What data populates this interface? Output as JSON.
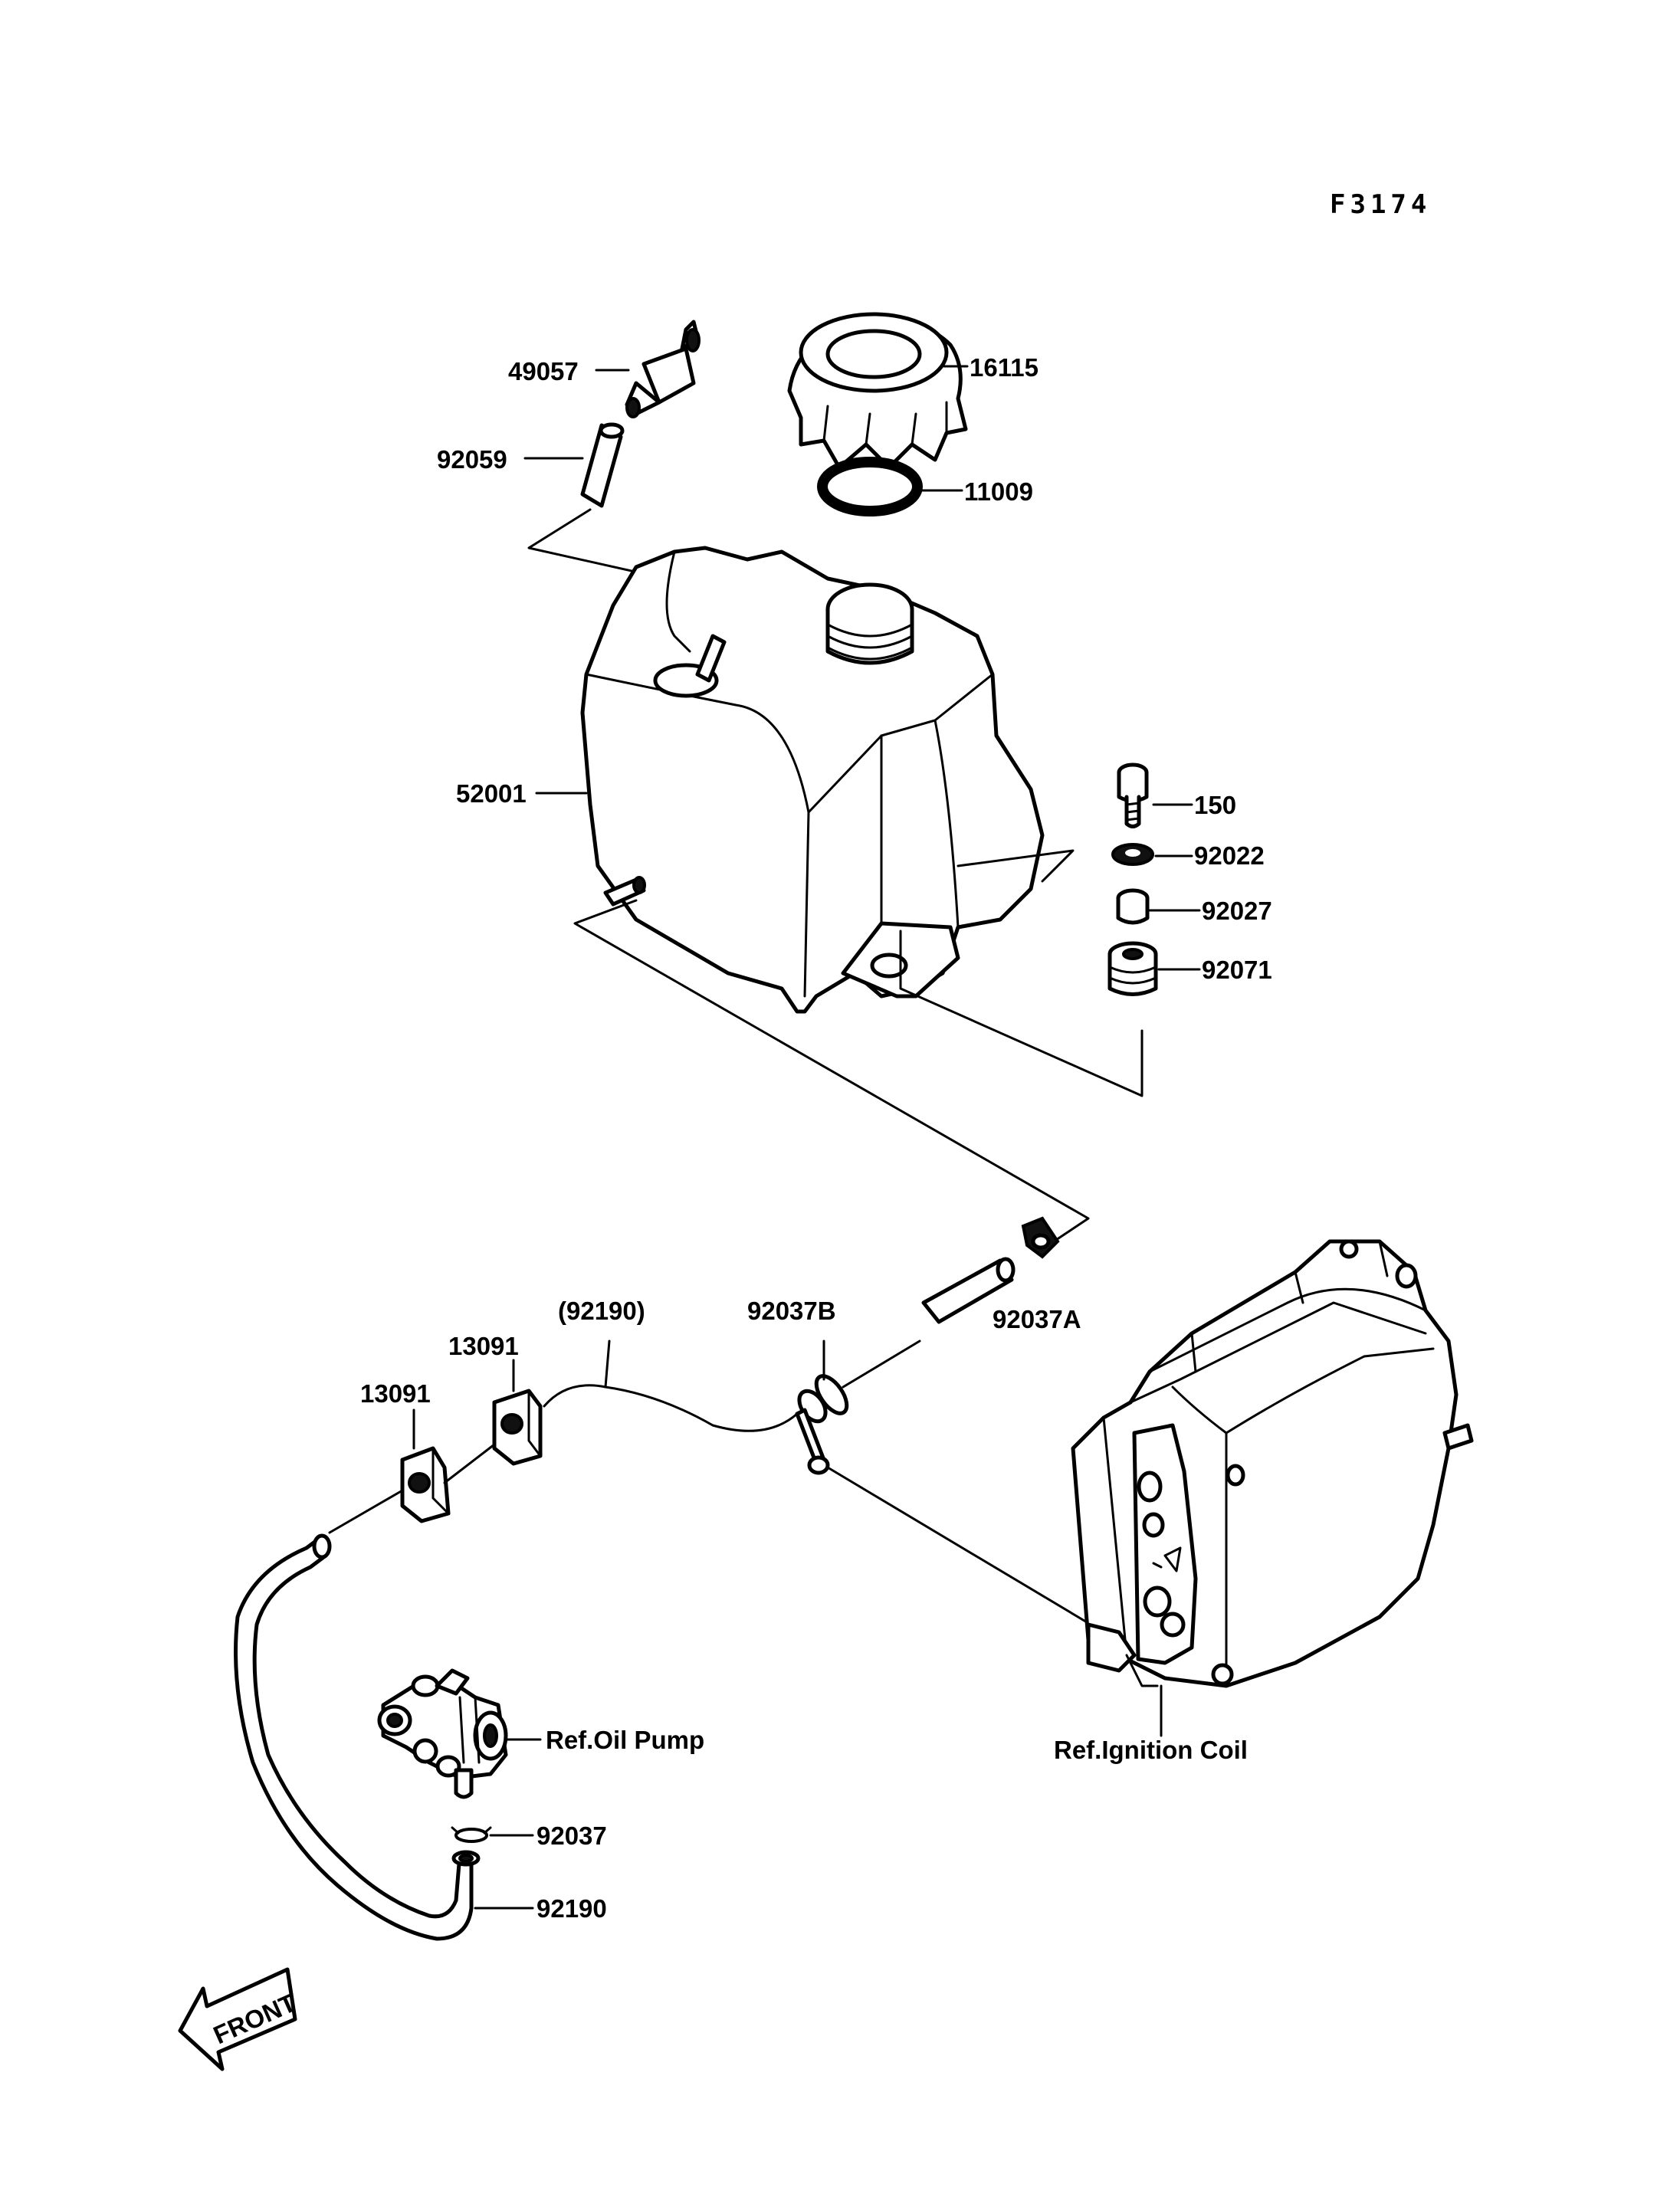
{
  "diagram": {
    "code": "F3174",
    "labels": {
      "p49057": "49057",
      "p16115": "16115",
      "p92059": "92059",
      "p11009": "11009",
      "p52001": "52001",
      "p150": "150",
      "p92022": "92022",
      "p92027": "92027",
      "p92071": "92071",
      "p92037A": "92037A",
      "p92037B": "92037B",
      "p92190_ref": "(92190)",
      "p13091_a": "13091",
      "p13091_b": "13091",
      "ref_oil_pump": "Ref.Oil Pump",
      "ref_ignition_coil": "Ref.Ignition Coil",
      "p92037": "92037",
      "p92190": "92190",
      "front": "FRONT"
    }
  }
}
